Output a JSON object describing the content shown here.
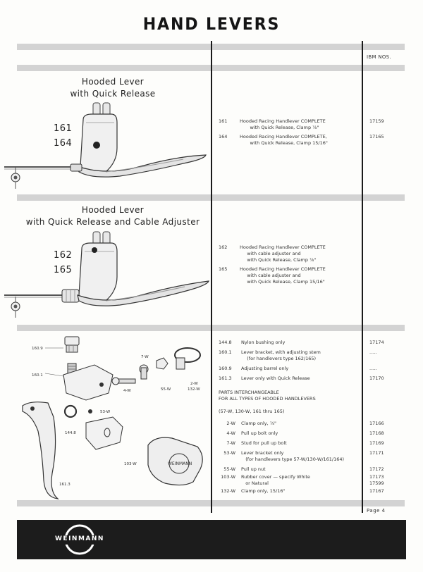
{
  "page": {
    "title": "HAND LEVERS",
    "ibm_header": "IBM NOS.",
    "page_label": "Page  4",
    "brand": "WEINMANN"
  },
  "section1": {
    "title_line1": "Hooded Lever",
    "title_line2": "with Quick Release",
    "models": [
      "161",
      "164"
    ],
    "entries": [
      {
        "no": "161",
        "desc": "Hooded Racing Handlever COMPLETE\n       with Quick Release, Clamp ⅞\"",
        "ibm": "17159"
      },
      {
        "no": "164",
        "desc": "Hooded Racing Handlever COMPLETE,\n       with Quick Release, Clamp 15/16\"",
        "ibm": "17165"
      }
    ]
  },
  "section2": {
    "title_line1": "Hooded Lever",
    "title_line2": "with Quick Release and Cable Adjuster",
    "models": [
      "162",
      "165"
    ],
    "entries": [
      {
        "no": "162",
        "desc": "Hooded Racing Handlever COMPLETE\n     with cable adjuster and\n     with Quick Release, Clamp ⅞\"",
        "ibm": ""
      },
      {
        "no": "165",
        "desc": "Hooded Racing Handlever COMPLETE\n     with cable adjuster and\n     with Quick Release, Clamp 15/16\"",
        "ibm": ""
      }
    ]
  },
  "section3": {
    "callouts": [
      "160.9",
      "160.1",
      "144.8",
      "161.3",
      "53-W",
      "103-W",
      "7-W",
      "55-W",
      "4-W",
      "2-W",
      "132-W"
    ],
    "entries": [
      {
        "no": "144.8",
        "desc": "Nylon bushing only",
        "ibm": "17174"
      },
      {
        "no": "160.1",
        "desc": "Lever bracket, with adjusting stem\n    (for handlevers type 162/165)",
        "ibm": "....."
      },
      {
        "no": "160.9",
        "desc": "Adjusting barrel only",
        "ibm": "....."
      },
      {
        "no": "161.3",
        "desc": "Lever only with Quick Release",
        "ibm": "17170"
      }
    ],
    "header1": "PARTS INTERCHANGEABLE\nFOR ALL TYPES OF HOODED HANDLEVERS",
    "header2": "(57-W, 130-W, 161 thru 165)",
    "parts": [
      {
        "no": "2-W",
        "desc": "Clamp only, ⅞\"",
        "ibm": "17166"
      },
      {
        "no": "4-W",
        "desc": "Pull up bolt only",
        "ibm": "17168"
      },
      {
        "no": "7-W",
        "desc": "Stud for pull up bolt",
        "ibm": "17169"
      },
      {
        "no": "53-W",
        "desc": "Lever bracket only\n   (for handlevers type 57-W/130-W/161/164)",
        "ibm": "17171"
      },
      {
        "no": "55-W",
        "desc": "Pull up nut",
        "ibm": "17172"
      },
      {
        "no": "103-W",
        "desc": "Rubber cover — specify White\n   or Natural",
        "ibm": "17173\n17599"
      },
      {
        "no": "132-W",
        "desc": "Clamp only, 15/16\"",
        "ibm": "17167"
      }
    ]
  }
}
